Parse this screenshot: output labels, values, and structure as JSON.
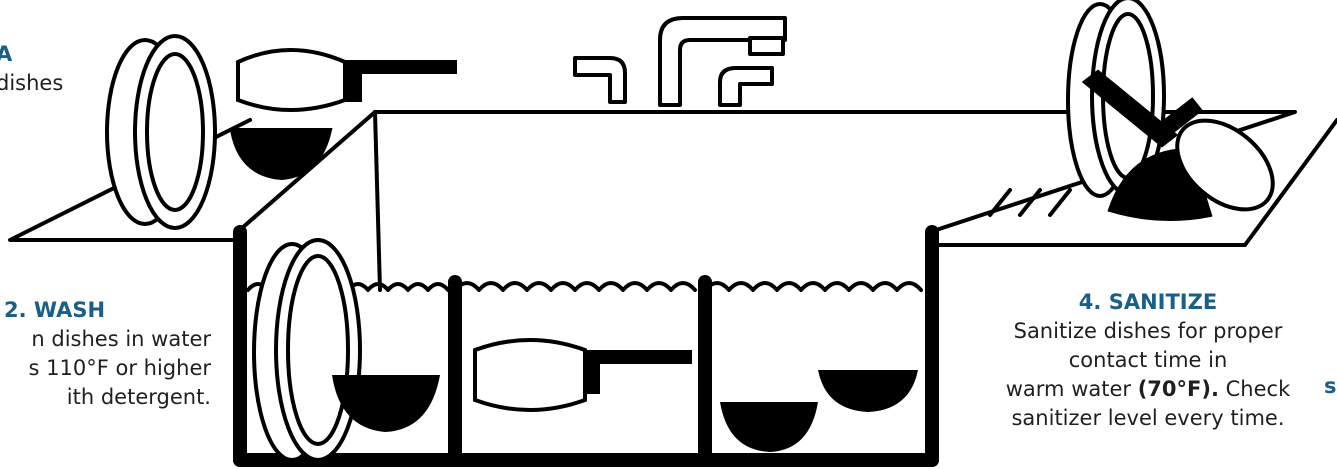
{
  "step1": {
    "heading": "A",
    "line1": "dishes"
  },
  "step2": {
    "heading": "2.   WASH",
    "line1": "n dishes in water",
    "line2": "s 110°F or higher",
    "line3": "ith detergent."
  },
  "step4": {
    "heading": "4. SANITIZE",
    "line1": "Sanitize dishes for proper",
    "line2": "contact time in",
    "line3_plain": "warm water ",
    "line3_bold": "(70°F).",
    "line3_end": " Check",
    "line4": "sanitizer level every time."
  },
  "step5": {
    "heading": "s"
  },
  "colors": {
    "heading": "#1b5e86",
    "ink": "#000000",
    "text": "#1f1f1f"
  },
  "icons": [
    "plate-icon",
    "pot-icon",
    "bowl-icon",
    "faucet-icon",
    "sink-icon",
    "drying-rack-icon"
  ]
}
